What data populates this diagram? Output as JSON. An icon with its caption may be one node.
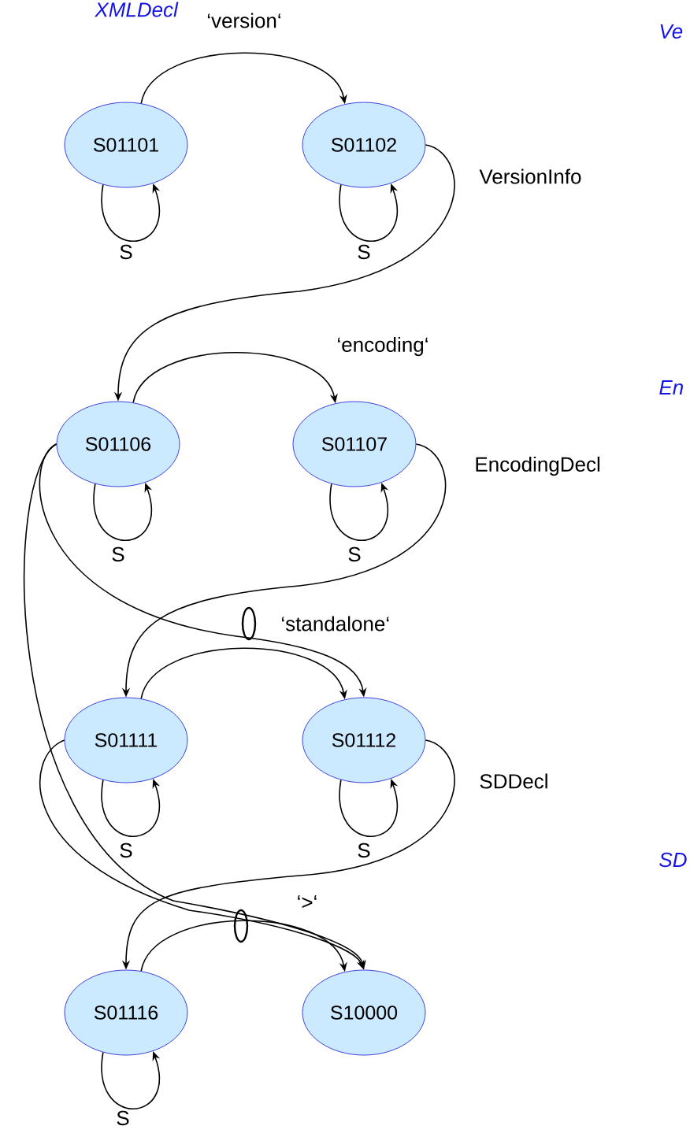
{
  "diagram": {
    "nodes": [
      {
        "text": [
          "S01101"
        ]
      },
      {
        "text": [
          "S01102"
        ]
      },
      {
        "text": [
          "S01106"
        ]
      },
      {
        "text": [
          "S01107"
        ]
      },
      {
        "text": [
          "S01111"
        ]
      },
      {
        "text": [
          "S01112"
        ]
      },
      {
        "text": [
          "S01116"
        ]
      },
      {
        "text": [
          "S10000"
        ]
      }
    ],
    "edges": [
      {
        "from": 0,
        "to": 1,
        "arrow": "to",
        "label": "‘version‘"
      },
      {
        "from": 0,
        "to": 0,
        "arrow": "to",
        "label": "S"
      },
      {
        "from": 1,
        "to": 1,
        "arrow": "to",
        "label": "S"
      },
      {
        "from": 1,
        "to": 2,
        "arrow": "to",
        "label": "VersionInfo"
      },
      {
        "from": 2,
        "to": 3,
        "arrow": "to",
        "label": "‘encoding‘"
      },
      {
        "from": 2,
        "to": 2,
        "arrow": "to",
        "label": "S"
      },
      {
        "from": 3,
        "to": 3,
        "arrow": "to",
        "label": "S"
      },
      {
        "from": 3,
        "to": 4,
        "arrow": "to",
        "label": "EncodingDecl"
      },
      {
        "from": 2,
        "to": 5,
        "arrow": "to"
      },
      {
        "from": 4,
        "to": 5,
        "arrow": "to",
        "label": "‘standalone‘"
      },
      {
        "from": 4,
        "to": 4,
        "arrow": "to",
        "label": "S"
      },
      {
        "from": 5,
        "to": 5,
        "arrow": "to",
        "label": "S"
      },
      {
        "from": 5,
        "to": 6,
        "arrow": "to",
        "label": "SDDecl"
      },
      {
        "from": 6,
        "to": 7,
        "arrow": "to",
        "label": "‘>‘"
      },
      {
        "from": 2,
        "to": 7,
        "arrow": "to"
      },
      {
        "from": 4,
        "to": 7,
        "arrow": "to"
      },
      {
        "from": 6,
        "to": 6,
        "arrow": "to",
        "label": "S"
      }
    ],
    "labels": [
      "XMLDecl",
      "Ve",
      "En",
      "SD"
    ]
  }
}
